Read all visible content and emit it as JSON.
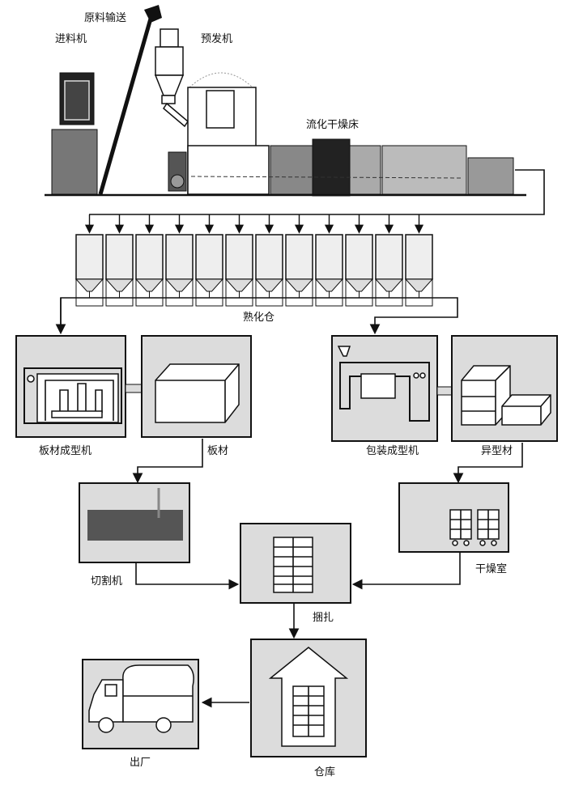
{
  "title": "EPS production process flow",
  "labels": {
    "raw_material_conveying": "原料输送",
    "feeder": "进料机",
    "pre_expander": "预发机",
    "fluidized_dryer": "流化干燥床",
    "aging_silo": "熟化仓",
    "board_molding_machine": "板材成型机",
    "board": "板材",
    "packaging_molding_machine": "包装成型机",
    "shaped_parts": "异型材",
    "cutting_machine": "切割机",
    "drying_room": "干燥室",
    "bundling": "捆扎",
    "warehouse": "仓库",
    "shipping": "出厂"
  },
  "colors": {
    "line": "#111111",
    "panel": "#dcdcdc"
  }
}
